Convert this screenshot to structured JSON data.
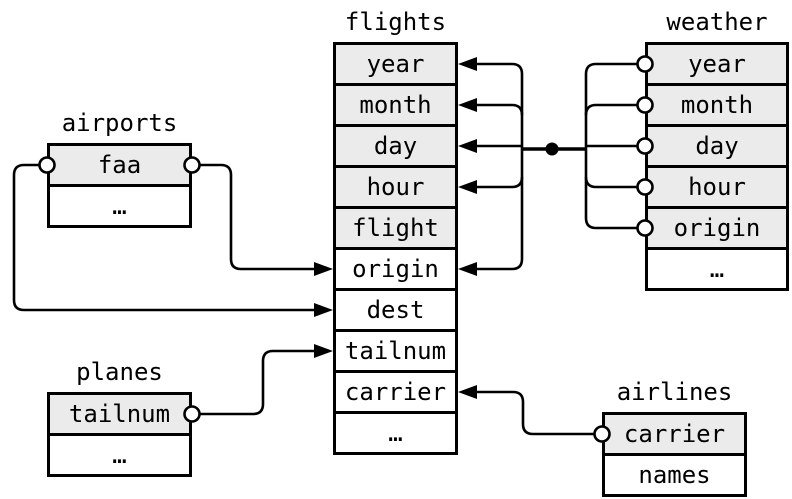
{
  "colors": {
    "background": "#ffffff",
    "line": "#000000",
    "key_row_fill": "#ebebeb",
    "row_fill": "#ffffff"
  },
  "tables": {
    "flights": {
      "title": "flights",
      "rows": [
        {
          "label": "year",
          "key": true
        },
        {
          "label": "month",
          "key": true
        },
        {
          "label": "day",
          "key": true
        },
        {
          "label": "hour",
          "key": true
        },
        {
          "label": "flight",
          "key": true
        },
        {
          "label": "origin",
          "key": false
        },
        {
          "label": "dest",
          "key": false
        },
        {
          "label": "tailnum",
          "key": false
        },
        {
          "label": "carrier",
          "key": false
        },
        {
          "label": "…",
          "key": false
        }
      ]
    },
    "weather": {
      "title": "weather",
      "rows": [
        {
          "label": "year",
          "key": true
        },
        {
          "label": "month",
          "key": true
        },
        {
          "label": "day",
          "key": true
        },
        {
          "label": "hour",
          "key": true
        },
        {
          "label": "origin",
          "key": true
        },
        {
          "label": "…",
          "key": false
        }
      ]
    },
    "airports": {
      "title": "airports",
      "rows": [
        {
          "label": "faa",
          "key": true
        },
        {
          "label": "…",
          "key": false
        }
      ]
    },
    "planes": {
      "title": "planes",
      "rows": [
        {
          "label": "tailnum",
          "key": true
        },
        {
          "label": "…",
          "key": false
        }
      ]
    },
    "airlines": {
      "title": "airlines",
      "rows": [
        {
          "label": "carrier",
          "key": true
        },
        {
          "label": "names",
          "key": false
        }
      ]
    }
  },
  "relationships": [
    {
      "from": "airports.faa",
      "to": "flights.origin"
    },
    {
      "from": "airports.faa",
      "to": "flights.dest"
    },
    {
      "from": "planes.tailnum",
      "to": "flights.tailnum"
    },
    {
      "from": "airlines.carrier",
      "to": "flights.carrier"
    },
    {
      "from": "weather.year+month+day+hour+origin",
      "to": "flights.year+month+day+hour+origin"
    }
  ]
}
